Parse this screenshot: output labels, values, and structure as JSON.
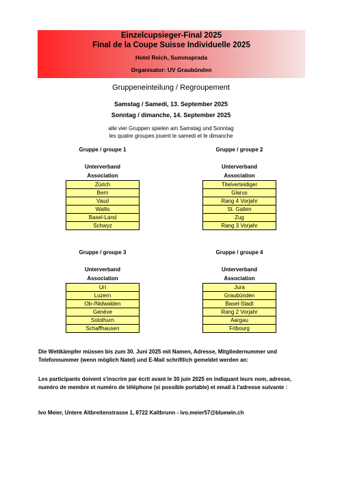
{
  "banner": {
    "title_de": "Einzelcupsieger-Final 2025",
    "title_fr": "Final de la Coupe Suisse Individuelle 2025",
    "venue": "Hotel Reich, Summaprada",
    "organizer": "Organisator: UV Graubünden"
  },
  "heading": "Gruppeneinteilung / Regroupement",
  "dates": {
    "saturday": "Samstag / Samedi, 13. September 2025",
    "sunday": "Sonntag / dimanche, 14. September 2025"
  },
  "note": {
    "de": "alle vier Gruppen spielen am Samstag und Sonntag",
    "fr": "les quatre groupes jouent le samedi et le dimanche"
  },
  "groups": [
    {
      "title": "Gruppe / groupe 1",
      "sub1": "Unterverband",
      "sub2": "Association",
      "members": [
        "Zürich",
        "Bern",
        "Vaud",
        "Wallis",
        "Basel-Land",
        "Schwyz"
      ]
    },
    {
      "title": "Gruppe / groupe 2",
      "sub1": "Unterverband",
      "sub2": "Association",
      "members": [
        "Titelverteidiger",
        "Glarus",
        "Rang 4 Vorjahr",
        "St. Gallen",
        "Zug",
        "Rang 3 Vorjahr"
      ]
    },
    {
      "title": "Gruppe / groupe 3",
      "sub1": "Unterverband",
      "sub2": "Association",
      "members": [
        "Uri",
        "Luzern",
        "Ob-/Nidwalden",
        "Genève",
        "Solothurn",
        "Schaffhausen"
      ]
    },
    {
      "title": "Gruppe / groupe 4",
      "sub1": "Unterverband",
      "sub2": "Association",
      "members": [
        "Jura",
        "Graubünden",
        "Basel-Stadt",
        "Rang 2 Vorjahr",
        "Aargau",
        "Fribourg"
      ]
    }
  ],
  "registration": {
    "de": "Die Wettkämpfer müssen bis zum 30. Juni 2025 mit Namen, Adresse, Mitgliedernummer und Telefonnummer (wenn möglich Natel) und E-Mail schriftlich gemeldet werden an:",
    "fr": "Les participants doivent s'inscrire par écrit avant le 30 juin 2025 en indiquant leurs nom, adresse, numéro de membre et numéro de téléphone (si possible portable)  et email à l'adresse suivante :"
  },
  "contact": "Ivo Meier, Untere Altbreitenstrasse 1, 8722 Kaltbrunn - ivo.meier57@bluewin.ch"
}
